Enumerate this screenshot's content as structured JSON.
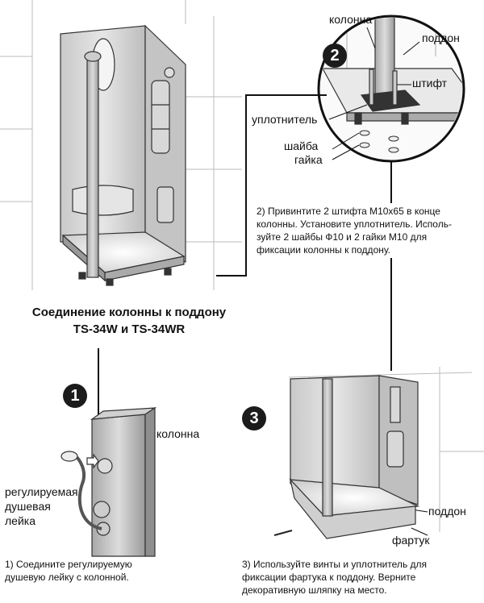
{
  "title": {
    "line1": "Соединение колонны к поддону",
    "line2": "TS-34W и TS-34WR"
  },
  "step1": {
    "number": "1",
    "label_column": "колонна",
    "label_head_line1": "регулируемая",
    "label_head_line2": "душевая",
    "label_head_line3": "лейка",
    "caption_line1": "1) Соедините регулируемую",
    "caption_line2": "душевую лейку с колонной."
  },
  "step2": {
    "number": "2",
    "label_column": "колонна",
    "label_tray": "поддон",
    "label_pin": "штифт",
    "label_seal": "уплотнитель",
    "label_washer": "шайба",
    "label_nut": "гайка",
    "caption_line1": "2) Привинтите 2 штифта М10х65 в конце",
    "caption_line2": "колонны. Установите уплотнитель. Исполь-",
    "caption_line3": "зуйте 2 шайбы Ф10 и 2 гайки М10 для",
    "caption_line4": "фиксации колонны к поддону."
  },
  "step3": {
    "number": "3",
    "label_tray": "поддон",
    "label_apron": "фартук",
    "caption_line1": "3) Используйте винты и уплотнитель для",
    "caption_line2": "фиксации фартука к поддону. Верните",
    "caption_line3": "декоративную шляпку на место."
  }
}
